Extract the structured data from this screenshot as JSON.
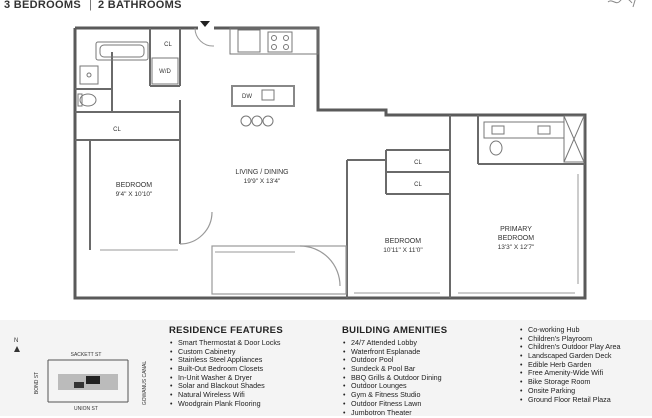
{
  "header": {
    "bedrooms": "3 BEDROOMS",
    "bathrooms": "2 BATHROOMS"
  },
  "plan": {
    "rooms": {
      "living": {
        "name": "LIVING / DINING",
        "dims": "19'9\" X 13'4\""
      },
      "bedroom1": {
        "name": "BEDROOM",
        "dims": "9'4\" X 10'10\""
      },
      "bedroom2": {
        "name": "BEDROOM",
        "dims": "10'11\" X 11'0\""
      },
      "primary": {
        "name": "PRIMARY",
        "name2": "BEDROOM",
        "dims": "13'3\" X 12'7\""
      }
    },
    "closets": {
      "cl_top": "CL",
      "cl_bed1": "CL",
      "cl_bed2_a": "CL",
      "cl_bed2_b": "CL",
      "washer_dryer": "W/D",
      "dishwasher": "DW"
    }
  },
  "keyplan": {
    "north": "N",
    "street_top": "SACKETT ST",
    "street_bottom": "UNION ST",
    "street_left": "BOND ST",
    "street_right": "GOWANUS CANAL"
  },
  "residence_features": {
    "title": "RESIDENCE FEATURES",
    "items": [
      "Smart Thermostat & Door Locks",
      "Custom Cabinetry",
      "Stainless Steel Appliances",
      "Built-Out Bedroom Closets",
      "In-Unit Washer & Dryer",
      "Solar and Blackout Shades",
      "Natural Wireless Wifi",
      "Woodgrain Plank Flooring"
    ]
  },
  "building_amenities": {
    "title": "BUILDING AMENITIES",
    "items": [
      "24/7 Attended Lobby",
      "Waterfront Esplanade",
      "Outdoor Pool",
      "Sundeck & Pool Bar",
      "BBQ Grills & Outdoor Dining",
      "Outdoor Lounges",
      "Gym & Fitness Studio",
      "Outdoor Fitness Lawn",
      "Jumbotron Theater"
    ]
  },
  "more_amenities": {
    "items": [
      "Co-working Hub",
      "Children's Playroom",
      "Children's Outdoor Play Area",
      "Landscaped Garden Deck",
      "Edible Herb Garden",
      "Free Amenity-Wide Wifi",
      "Bike Storage Room",
      "Onsite Parking",
      "Ground Floor Retail Plaza"
    ]
  },
  "colors": {
    "wall": "#5a5a5a",
    "wall_fill": "#8a8a8a",
    "line": "#888888",
    "panel_bg": "#f4f4f4",
    "text": "#222222"
  }
}
